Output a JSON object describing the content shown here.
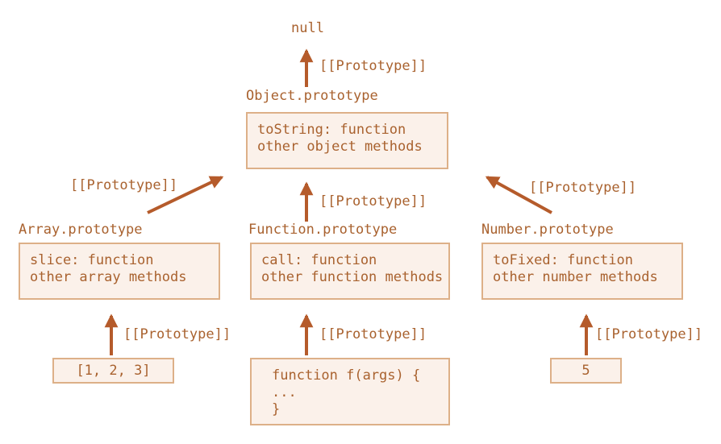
{
  "colors": {
    "text": "#a9622f",
    "arrow": "#b55b2b",
    "box_border": "#ddb088",
    "box_bg": "#fbf1ea",
    "page_bg": "#ffffff"
  },
  "diagram": {
    "top_value": "null",
    "nodes": {
      "object_prototype": {
        "title": "Object.prototype",
        "lines": [
          "toString: function",
          "other object methods"
        ]
      },
      "array_prototype": {
        "title": "Array.prototype",
        "lines": [
          "slice: function",
          "other array methods"
        ]
      },
      "function_prototype": {
        "title": "Function.prototype",
        "lines": [
          "call: function",
          "other function methods"
        ]
      },
      "number_prototype": {
        "title": "Number.prototype",
        "lines": [
          "toFixed: function",
          "other number methods"
        ]
      },
      "array_instance": {
        "value": "[1, 2, 3]"
      },
      "function_instance": {
        "lines": [
          "function f(args) {",
          "...",
          "}"
        ]
      },
      "number_instance": {
        "value": "5"
      }
    },
    "edges": [
      {
        "from": "Object.prototype",
        "to": "null",
        "label": "[[Prototype]]"
      },
      {
        "from": "Array.prototype",
        "to": "Object.prototype",
        "label": "[[Prototype]]"
      },
      {
        "from": "Function.prototype",
        "to": "Object.prototype",
        "label": "[[Prototype]]"
      },
      {
        "from": "Number.prototype",
        "to": "Object.prototype",
        "label": "[[Prototype]]"
      },
      {
        "from": "[1, 2, 3]",
        "to": "Array.prototype",
        "label": "[[Prototype]]"
      },
      {
        "from": "function f(args)",
        "to": "Function.prototype",
        "label": "[[Prototype]]"
      },
      {
        "from": "5",
        "to": "Number.prototype",
        "label": "[[Prototype]]"
      }
    ]
  }
}
